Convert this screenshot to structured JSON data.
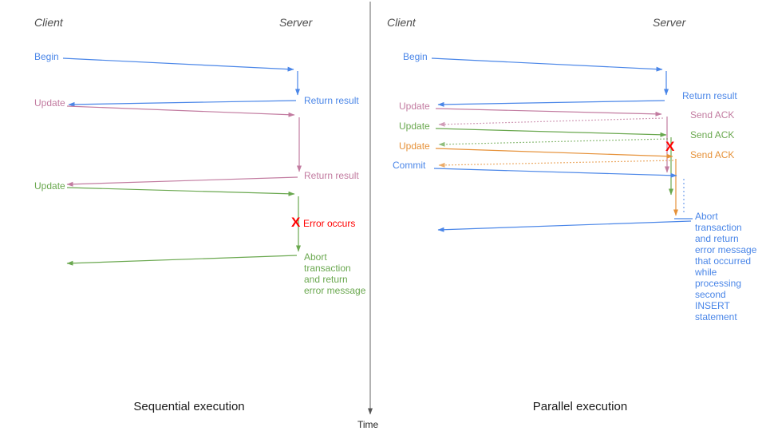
{
  "diagram": {
    "time_axis_label": "Time",
    "colors": {
      "blue": "#4a86e8",
      "pink": "#c27ba0",
      "green": "#6aa84f",
      "orange": "#e69138",
      "red": "#ff0000",
      "axis": "#666666",
      "heading_text": "#4d4d4d"
    },
    "left": {
      "caption": "Sequential execution",
      "client_label": "Client",
      "server_label": "Server",
      "begin": "Begin",
      "return_result_1": "Return result",
      "update_1": "Update",
      "return_result_2": "Return result",
      "update_2": "Update",
      "error_x": "X",
      "error_label": "Error occurs",
      "abort_lines": [
        "Abort",
        "transaction",
        "and return",
        "error message"
      ]
    },
    "right": {
      "caption": "Parallel execution",
      "client_label": "Client",
      "server_label": "Server",
      "begin": "Begin",
      "return_result": "Return result",
      "update_1": "Update",
      "send_ack_1": "Send ACK",
      "update_2": "Update",
      "send_ack_2": "Send ACK",
      "update_3": "Update",
      "send_ack_3": "Send ACK",
      "commit": "Commit",
      "error_x": "X",
      "abort_lines": [
        "Abort",
        "transaction",
        "and return",
        "error message",
        "that occurred",
        "while",
        "processing",
        "second",
        "INSERT",
        "statement"
      ]
    }
  }
}
